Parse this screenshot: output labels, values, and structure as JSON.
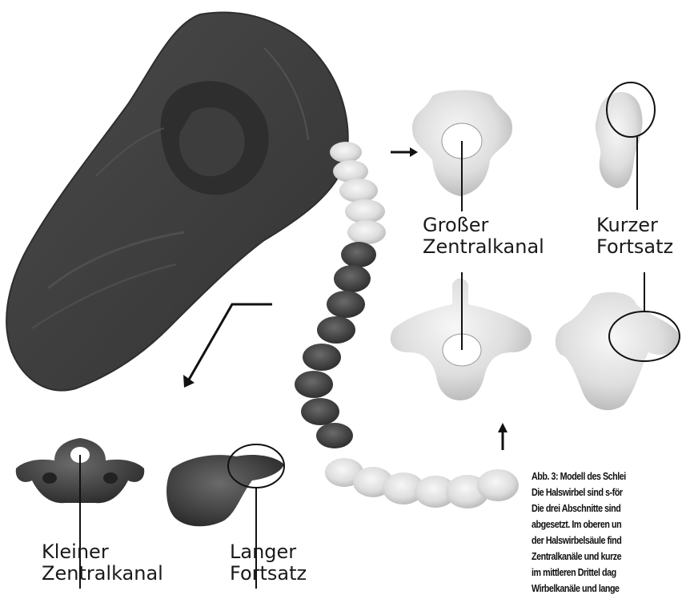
{
  "labels": {
    "gross_line1": "Großer",
    "gross_line2": "Zentralkanal",
    "kurz_line1": "Kurzer",
    "kurz_line2": "Fortsatz",
    "klein_line1": "Kleiner",
    "klein_line2": "Zentralkanal",
    "lang_line1": "Langer",
    "lang_line2": "Fortsatz"
  },
  "caption": {
    "lines": [
      "Abb. 3: Modell des Schlei",
      "Die Halswirbel sind s-för",
      "Die drei Abschnitte sind",
      "abgesetzt. Im oberen un",
      "der Halswirbelsäule find",
      "Zentralkanäle und kurze",
      "im mittleren Drittel dag",
      "Wirbelkanäle und lange"
    ]
  },
  "colors": {
    "skull": "#3b3b3b",
    "vertebra_dark": "#3a3a3a",
    "vertebra_light": "#cfcfcf",
    "detail_light": "#e8e8e8",
    "detail_dark": "#444444"
  }
}
